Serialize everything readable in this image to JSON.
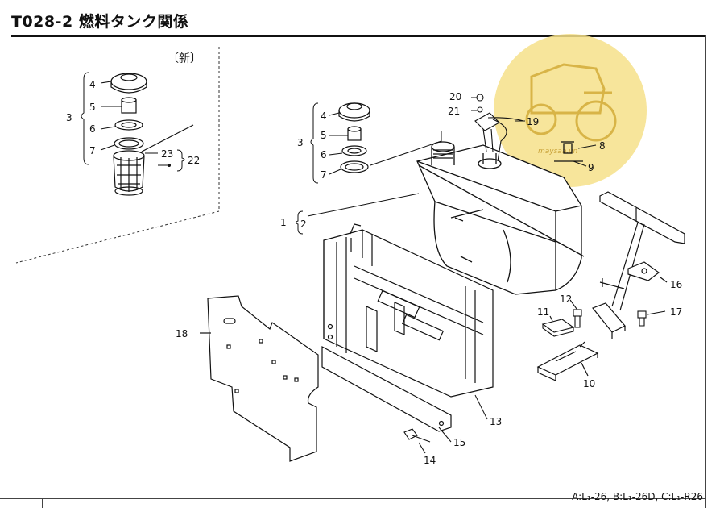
{
  "title": "T028-2 燃料タンク関係",
  "new_label": "〔新〕",
  "footer_note": "A:L₁-26, B:L₁-26D, C:L₁-R26",
  "watermark_text": "maysaa.vn",
  "colors": {
    "line": "#111111",
    "watermark": "#f6e08a"
  },
  "part_labels": [
    "1",
    "2",
    "3",
    "4",
    "5",
    "6",
    "7",
    "8",
    "9",
    "10",
    "11",
    "12",
    "13",
    "14",
    "15",
    "16",
    "17",
    "18",
    "19",
    "20",
    "21",
    "22",
    "23"
  ],
  "inset_labels": [
    "3",
    "4",
    "5",
    "6",
    "7",
    "22",
    "23"
  ]
}
